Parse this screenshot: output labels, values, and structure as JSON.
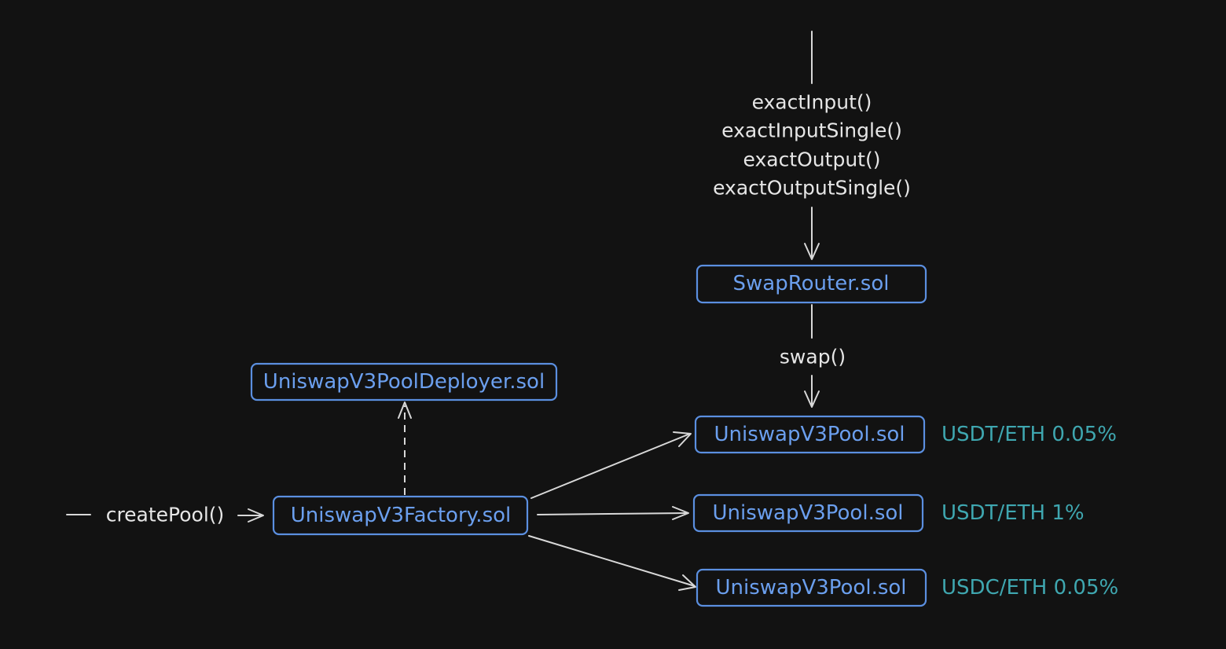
{
  "colors": {
    "background": "#121212",
    "box_stroke": "#5b8fe0",
    "box_text": "#6b9fee",
    "label_text": "#e6e6e6",
    "pair_text": "#3fa7b0",
    "edge": "#d8d8d8"
  },
  "router": {
    "methods": [
      "exactInput()",
      "exactInputSingle()",
      "exactOutput()",
      "exactOutputSingle()"
    ],
    "name": "SwapRouter.sol",
    "call": "swap()"
  },
  "deployer": {
    "name": "UniswapV3PoolDeployer.sol"
  },
  "factory": {
    "name": "UniswapV3Factory.sol",
    "call": "createPool()"
  },
  "pools": [
    {
      "name": "UniswapV3Pool.sol",
      "pair": "USDT/ETH 0.05%"
    },
    {
      "name": "UniswapV3Pool.sol",
      "pair": "USDT/ETH 1%"
    },
    {
      "name": "UniswapV3Pool.sol",
      "pair": "USDC/ETH 0.05%"
    }
  ]
}
